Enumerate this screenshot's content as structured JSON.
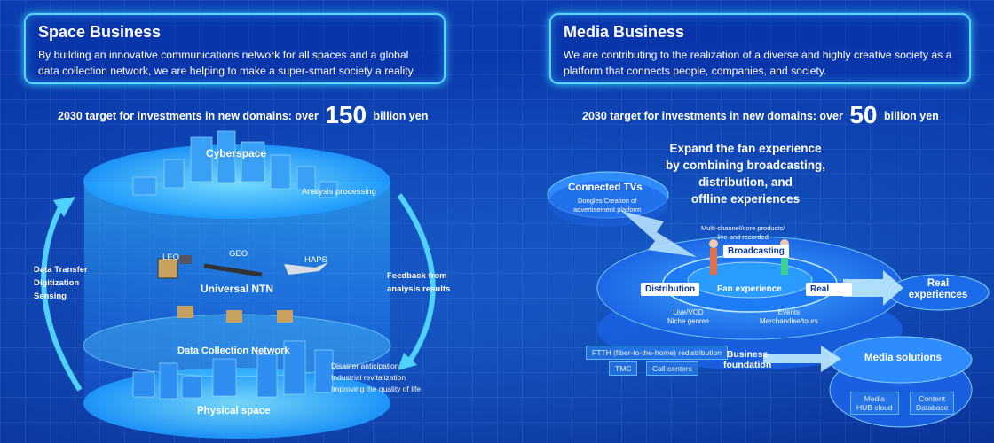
{
  "space": {
    "title": "Space Business",
    "description": "By building an innovative communications network for all spaces and a global data collection network, we are helping to make a super-smart society a reality.",
    "target_prefix": "2030 target for investments in new domains: over",
    "target_value": "150",
    "target_suffix": "billion yen",
    "labels": {
      "cyberspace": "Cyberspace",
      "analysis": "Analysis processing",
      "leo": "LEO",
      "geo": "GEO",
      "haps": "HAPS",
      "universal_ntn": "Universal NTN",
      "data_collection": "Data Collection Network",
      "physical_space": "Physical space",
      "left_flow": [
        "Data Transfer",
        "Digitization",
        "Sensing"
      ],
      "right_flow": [
        "Feedback from",
        "analysis results"
      ],
      "benefits": [
        "Disaster anticipation",
        "Industrial revitalization",
        "Improving the quality of life"
      ]
    }
  },
  "media": {
    "title": "Media Business",
    "description": "We are contributing to the realization of a diverse and highly creative society as a platform that connects people, companies, and society.",
    "target_prefix": "2030 target for investments in new domains: over",
    "target_value": "50",
    "target_suffix": "billion yen",
    "headline": [
      "Expand the fan experience",
      "by combining broadcasting,",
      "distribution, and",
      "offline experiences"
    ],
    "connected_tvs": {
      "title": "Connected TVs",
      "sub": [
        "Dongles/Creation of",
        "advertisement platform"
      ]
    },
    "multichannel": [
      "Multi-channel/core products/",
      "live and recorded"
    ],
    "broadcasting": "Broadcasting",
    "distribution": "Distribution",
    "fan_experience": "Fan experience",
    "real": "Real",
    "real_experiences": [
      "Real",
      "experiences"
    ],
    "live_vod": [
      "Live/VOD",
      "Niche genres"
    ],
    "events": [
      "Events",
      "Merchandise/tours"
    ],
    "ftth": "FTTH (fiber-to-the-home) redistribution",
    "tmc": "TMC",
    "call_centers": "Call centers",
    "business_foundation": [
      "Business",
      "foundation"
    ],
    "media_solutions": "Media solutions",
    "media_hub": [
      "Media",
      "HUB cloud"
    ],
    "content_db": [
      "Content",
      "Database"
    ]
  },
  "colors": {
    "accent": "#57d8ff",
    "background": "#0a3aa8",
    "platform": "#2f8cff"
  }
}
